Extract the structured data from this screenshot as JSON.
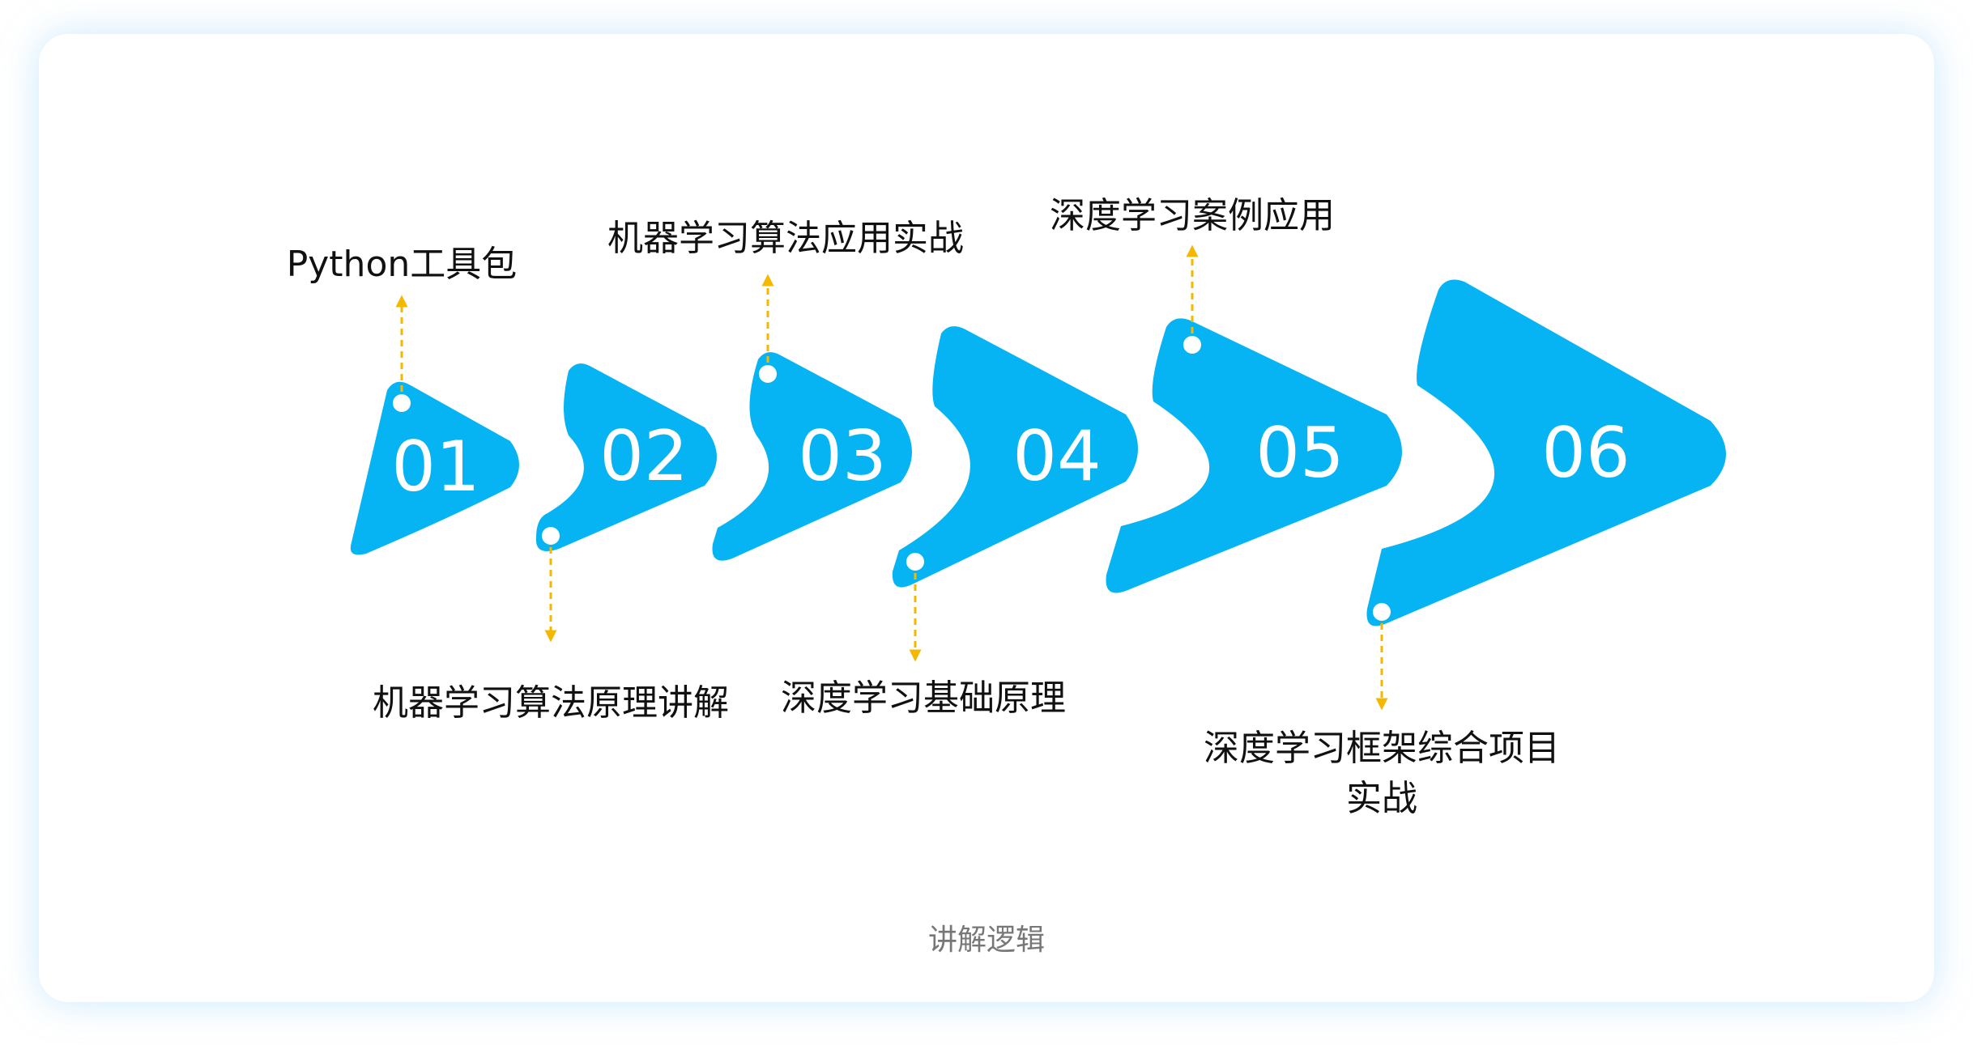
{
  "steps": [
    {
      "number": "01",
      "label": "Python工具包"
    },
    {
      "number": "02",
      "label": "机器学习算法原理讲解"
    },
    {
      "number": "03",
      "label": "机器学习算法应用实战"
    },
    {
      "number": "04",
      "label": "深度学习基础原理"
    },
    {
      "number": "05",
      "label": "深度学习案例应用"
    },
    {
      "number": "06",
      "label_line1": "深度学习框架综合项目",
      "label_line2": "实战"
    }
  ],
  "caption": "讲解逻辑",
  "colors": {
    "shape_fill": "#06b4f4",
    "connector": "#f5b800",
    "background": "#ffffff"
  }
}
